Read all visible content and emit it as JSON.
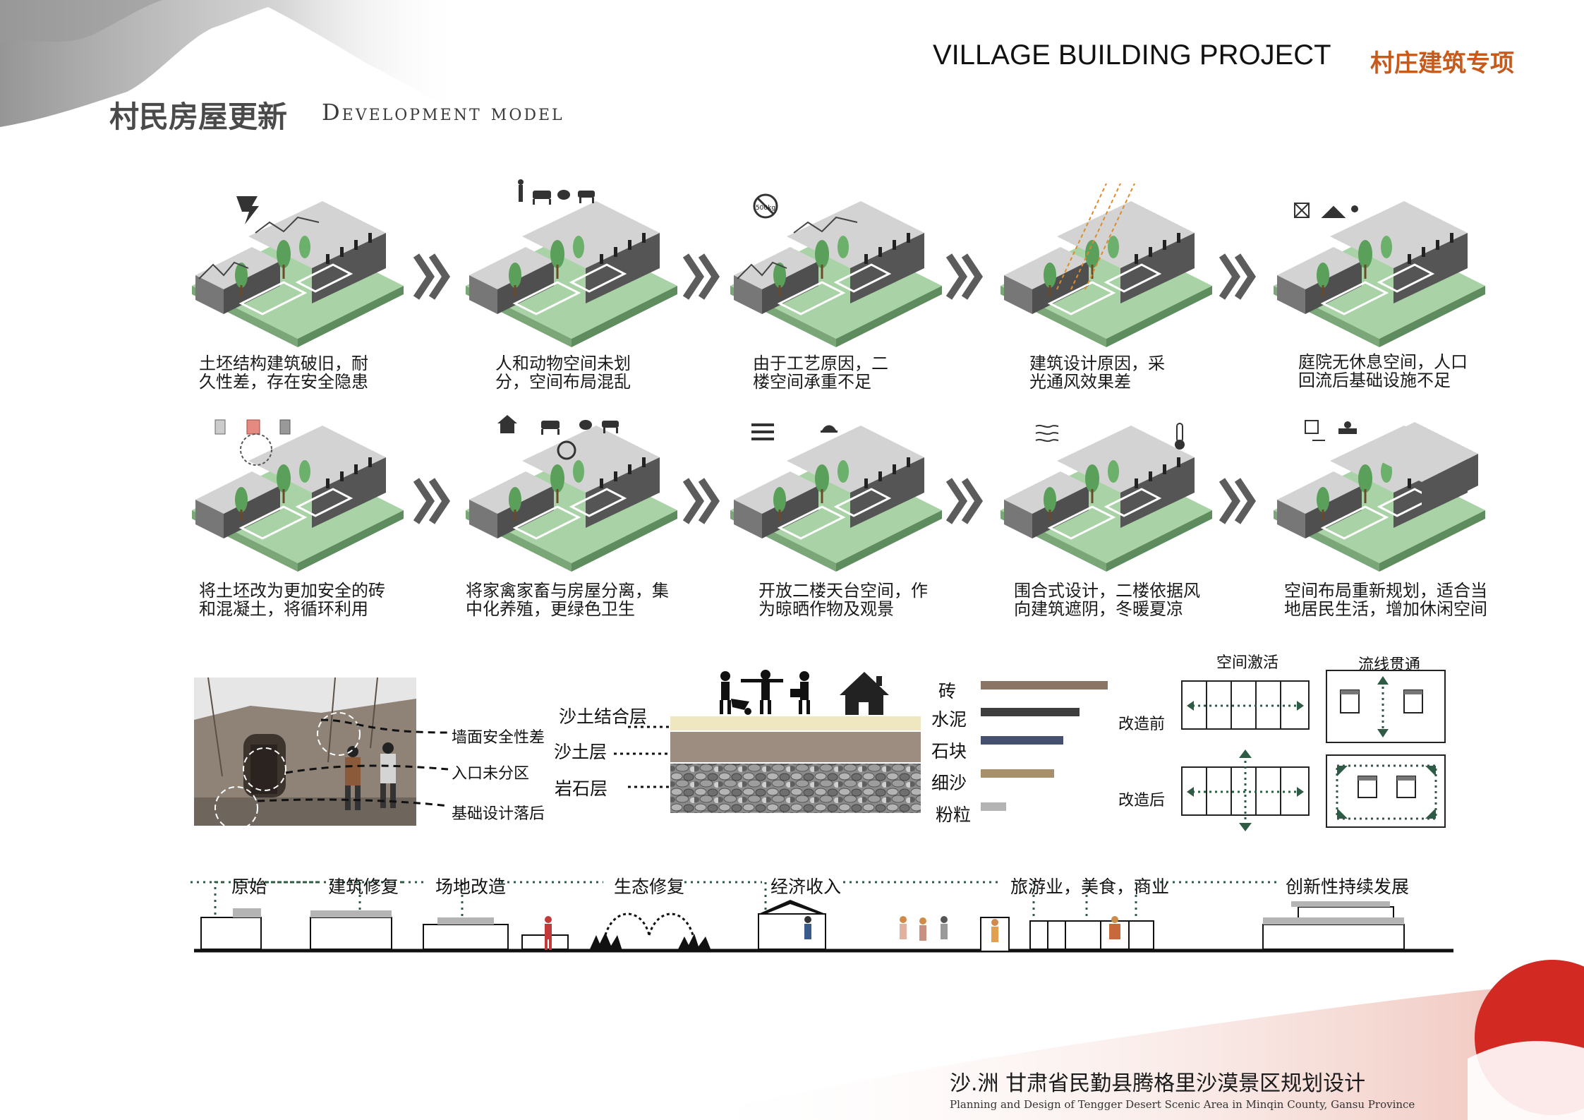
{
  "header": {
    "project_en": "VILLAGE BUILDING PROJECT",
    "project_cn": "村庄建筑专项"
  },
  "title": {
    "cn": "村民房屋更新",
    "en": "Development model"
  },
  "problems": [
    "土坯结构建筑破旧，耐\n久性差，存在安全隐患",
    "人和动物空间未划\n分，空间布局混乱",
    "由于工艺原因，二\n楼空间承重不足",
    "建筑设计原因，采\n光通风效果差",
    "庭院无休息空间，人口\n回流后基础设施不足"
  ],
  "solutions": [
    "将土坯改为更加安全的砖\n和混凝土，将循环利用",
    "将家禽家畜与房屋分离，集\n中化养殖，更绿色卫生",
    "开放二楼天台空间，作\n为晾晒作物及观景",
    "围合式设计，二楼依据风\n向建筑遮阴，冬暖夏凉",
    "空间布局重新规划，适合当\n地居民生活，增加休闲空间"
  ],
  "icons": {
    "problem_badge": "500kg"
  },
  "photo_callouts": [
    "墙面安全性差",
    "入口未分区",
    "基础设计落后"
  ],
  "soil_layers": [
    "沙土结合层",
    "沙土层",
    "岩石层"
  ],
  "soil_colors": [
    "#efe7bf",
    "#9d8d80",
    "#7b7b7b"
  ],
  "materials": [
    {
      "name": "砖",
      "value": 1.0,
      "color": "#8c7464"
    },
    {
      "name": "水泥",
      "value": 0.78,
      "color": "#3d3d3d"
    },
    {
      "name": "石块",
      "value": 0.65,
      "color": "#44506d"
    },
    {
      "name": "细沙",
      "value": 0.58,
      "color": "#a8906a"
    },
    {
      "name": "粉粒",
      "value": 0.2,
      "color": "#b3b3b3"
    }
  ],
  "space_diagram": {
    "col1": "空间激活",
    "col2": "流线贯通",
    "row1": "改造前",
    "row2": "改造后"
  },
  "timeline": [
    "原始",
    "建筑修复",
    "场地改造",
    "生态修复",
    "经济收入",
    "旅游业，美食，商业",
    "创新性持续发展"
  ],
  "footer": {
    "cn": "沙.洲  甘肃省民勤县腾格里沙漠景区规划设计",
    "en": "Planning and Design of Tengger Desert Scenic Area in Minqin County, Gansu Province"
  },
  "colors": {
    "accent": "#c55a1c",
    "grass": "#a8d2a5",
    "roof": "#d4d4d4",
    "wall": "#555555",
    "tree": "#5a9f5a",
    "path_green": "#2f5b46"
  }
}
